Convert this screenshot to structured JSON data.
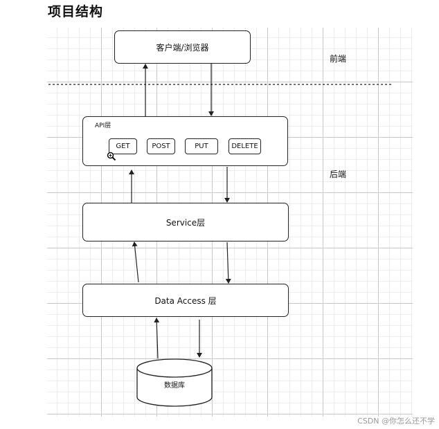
{
  "page_title": "项目结构",
  "frontend_label": "前端",
  "backend_label": "后端",
  "client": {
    "label": "客户端/浏览器"
  },
  "api_layer": {
    "label": "API层",
    "methods": [
      "GET",
      "POST",
      "PUT",
      "DELETE"
    ]
  },
  "service_layer": {
    "label": "Service层"
  },
  "data_access_layer": {
    "label": "Data Access 层"
  },
  "database": {
    "label": "数据库"
  },
  "watermark": "CSDN @你怎么还不学",
  "icons": {
    "zoom": "magnifier-icon"
  },
  "colors": {
    "stroke": "#222222",
    "grid_major": "#c9c9c9",
    "grid_minor": "#ececec"
  }
}
